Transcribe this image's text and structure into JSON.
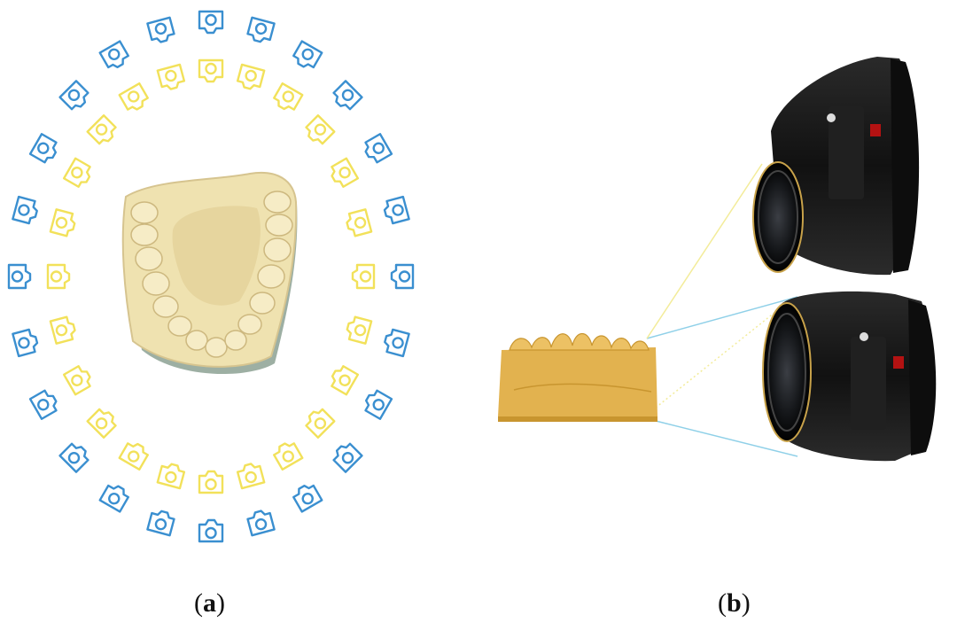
{
  "figure": {
    "panels": [
      {
        "id": "a",
        "label": "a",
        "outer_ring_cameras": 24,
        "inner_ring_cameras": 24
      },
      {
        "id": "b",
        "label": "b",
        "lens_count": 2
      }
    ],
    "colors": {
      "outer_ring": "#3a8fd0",
      "inner_ring": "#f2e15a",
      "plaster": "#efe2b0",
      "plaster_shadow": "#d9c68d",
      "model_b": "#e2b24f",
      "model_b_shadow": "#c8952f",
      "lens_body": "#1a1a1a",
      "lens_ring": "#c8a24a",
      "sight_line_blue": "#8fd0e8",
      "sight_line_yellow": "#f3ec9a"
    },
    "icons": {
      "camera": "camera-icon",
      "lens": "camera-lens-icon"
    }
  }
}
